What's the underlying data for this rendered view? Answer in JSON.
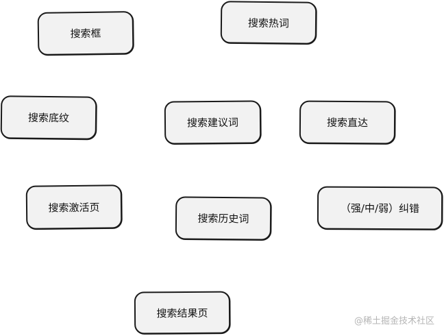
{
  "nodes": [
    {
      "id": "search-box",
      "label": "搜索框"
    },
    {
      "id": "search-hot-words",
      "label": "搜索热词"
    },
    {
      "id": "search-placeholder-text",
      "label": "搜索底纹"
    },
    {
      "id": "search-suggestions",
      "label": "搜索建议词"
    },
    {
      "id": "search-direct",
      "label": "搜索直达"
    },
    {
      "id": "search-activation-page",
      "label": "搜索激活页"
    },
    {
      "id": "search-history",
      "label": "搜索历史词"
    },
    {
      "id": "spelling-correction",
      "label": "（强/中/弱）纠错"
    },
    {
      "id": "search-results-page",
      "label": "搜索结果页"
    }
  ],
  "watermark": "@稀土掘金技术社区"
}
